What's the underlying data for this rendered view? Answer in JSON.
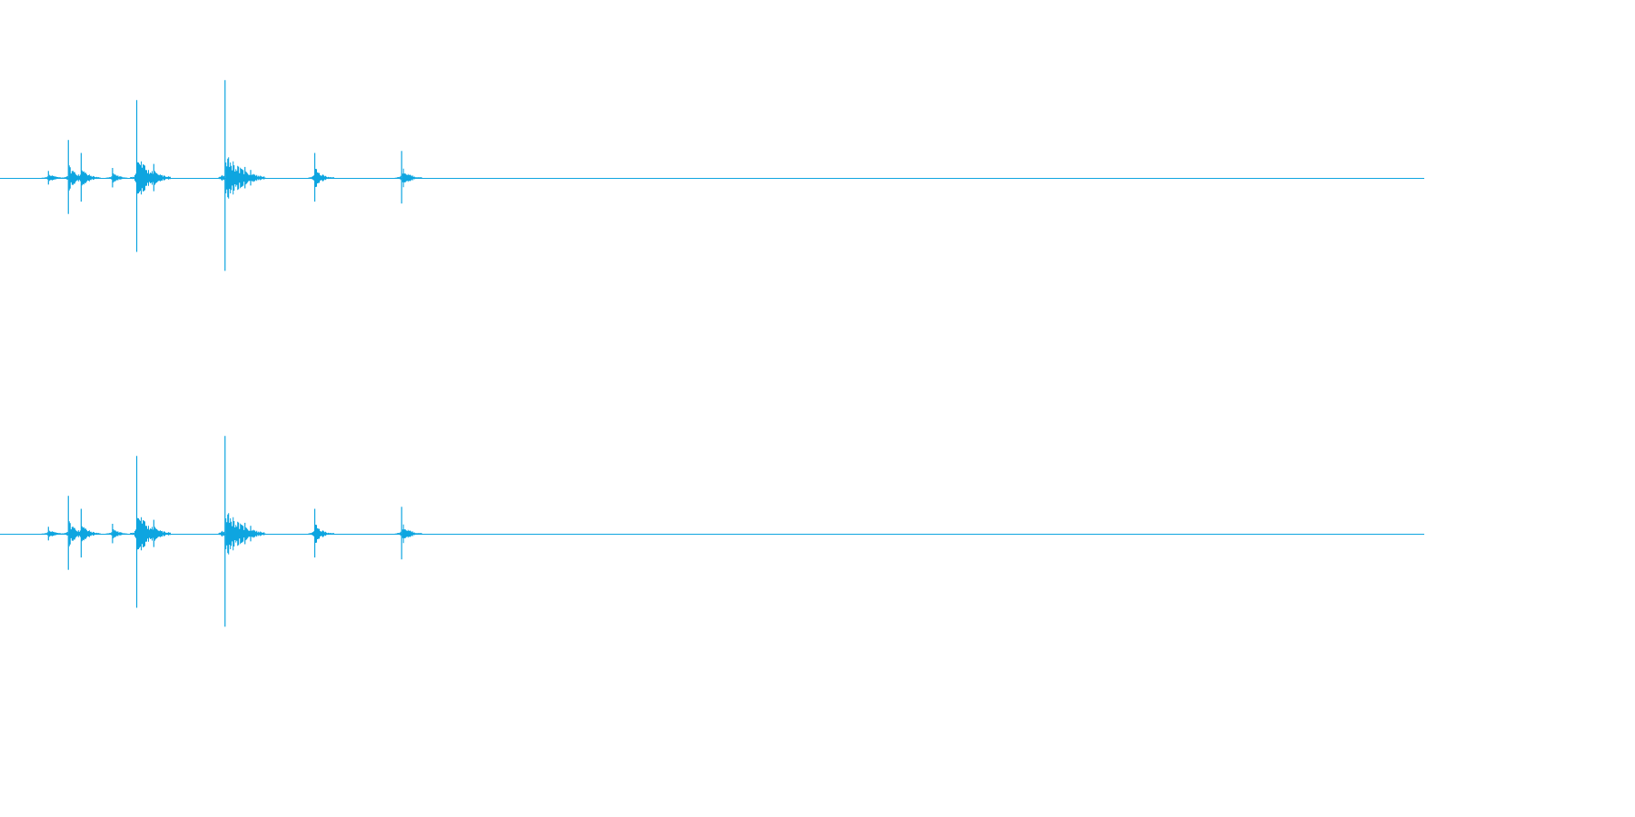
{
  "waveform": {
    "color": "#0ea5e0",
    "channels": [
      {
        "name": "channel-1",
        "events": [
          {
            "t": 0.034,
            "amp": 0.07
          },
          {
            "t": 0.048,
            "amp": 0.38
          },
          {
            "t": 0.057,
            "amp": 0.25
          },
          {
            "t": 0.079,
            "amp": 0.1
          },
          {
            "t": 0.096,
            "amp": 0.78
          },
          {
            "t": 0.108,
            "amp": 0.14
          },
          {
            "t": 0.158,
            "amp": 0.98
          },
          {
            "t": 0.176,
            "amp": 0.08
          },
          {
            "t": 0.172,
            "amp": 0.11
          },
          {
            "t": 0.221,
            "amp": 0.25
          },
          {
            "t": 0.282,
            "amp": 0.27
          }
        ]
      },
      {
        "name": "channel-2",
        "events": [
          {
            "t": 0.034,
            "amp": 0.07
          },
          {
            "t": 0.048,
            "amp": 0.38
          },
          {
            "t": 0.057,
            "amp": 0.25
          },
          {
            "t": 0.079,
            "amp": 0.1
          },
          {
            "t": 0.096,
            "amp": 0.78
          },
          {
            "t": 0.108,
            "amp": 0.14
          },
          {
            "t": 0.158,
            "amp": 0.98
          },
          {
            "t": 0.176,
            "amp": 0.08
          },
          {
            "t": 0.172,
            "amp": 0.11
          },
          {
            "t": 0.221,
            "amp": 0.25
          },
          {
            "t": 0.282,
            "amp": 0.27
          }
        ]
      }
    ]
  }
}
